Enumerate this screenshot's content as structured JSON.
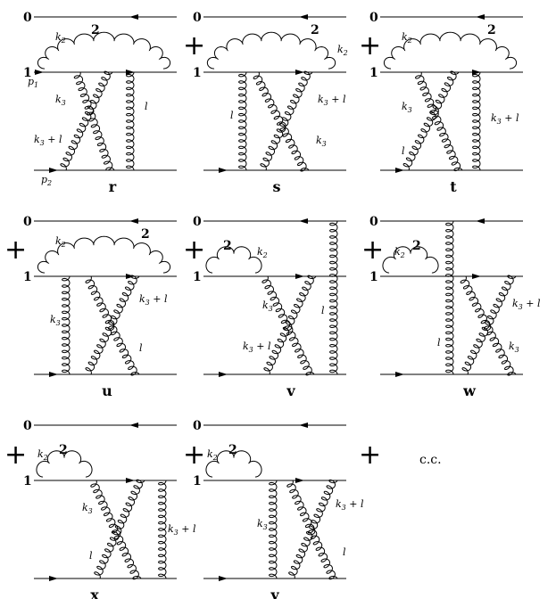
{
  "figure": {
    "line_labels": {
      "antiquark": "0",
      "quark": "1",
      "emitted": "2"
    },
    "momenta": {
      "p1": "p1",
      "p2": "p2",
      "k2": "k2",
      "k3": "k3",
      "k3l": "k3 + l",
      "l": "l"
    },
    "separator": "+",
    "conjugate": "c.c.",
    "diagrams": [
      {
        "id": "r",
        "name": "r"
      },
      {
        "id": "s",
        "name": "s"
      },
      {
        "id": "t",
        "name": "t"
      },
      {
        "id": "u",
        "name": "u"
      },
      {
        "id": "v",
        "name": "v"
      },
      {
        "id": "w",
        "name": "w"
      },
      {
        "id": "x",
        "name": "x"
      },
      {
        "id": "y",
        "name": "y"
      }
    ]
  }
}
